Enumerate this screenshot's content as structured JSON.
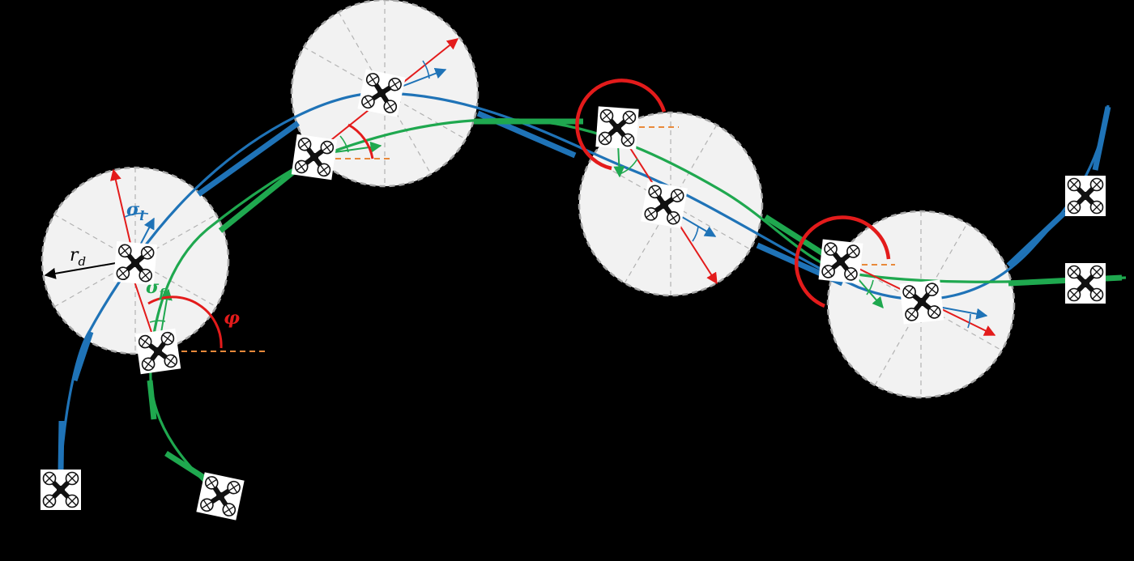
{
  "labels": {
    "radius": "r",
    "radius_sub": "d",
    "sigma_leader": "σ",
    "sigma_leader_sub": "l",
    "sigma_follower": "σ",
    "sigma_follower_sub": "f",
    "heading": "φ"
  },
  "colors": {
    "leader_path": "#1f73b7",
    "follower_path": "#1fa84f",
    "heading_vector": "#e31b1b",
    "reference_line": "#e8893a",
    "detection_zone": "#f2f2f2",
    "background": "#000000"
  },
  "icons": {
    "drone": "quadrotor-icon"
  }
}
